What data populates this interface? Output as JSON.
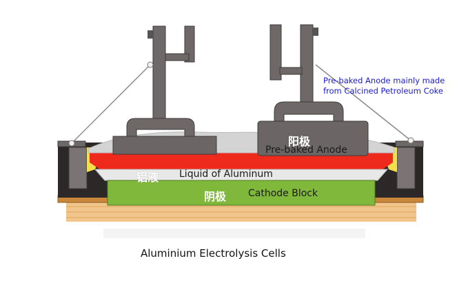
{
  "labels": {
    "note_line1": "Pre-baked Anode mainly made",
    "note_line2": "from Calcined Petroleum Coke",
    "anode_zh": "阳极",
    "anode_en": "Pre-baked Anode",
    "liquid_zh": "铝液",
    "liquid_en": "Liquid of Aluminum",
    "cathode_zh": "阴极",
    "cathode_en": "Cathode Block",
    "caption": "Aluminium Electrolysis Cells"
  },
  "colors": {
    "steel": "#6e6868",
    "steel_edge": "#3e3a3a",
    "electrolyte": "#ee2a1c",
    "cathode": "#7fb83a",
    "crust": "#d4d4d4",
    "liquid_aluminum": "#e8e8e8",
    "ledge": "#f4e04a",
    "brick": "#c8873a",
    "insulation": "#f2c58c",
    "note_text": "#1a1acc"
  },
  "icons": {
    "cable_pulley": "pulley-icon"
  }
}
